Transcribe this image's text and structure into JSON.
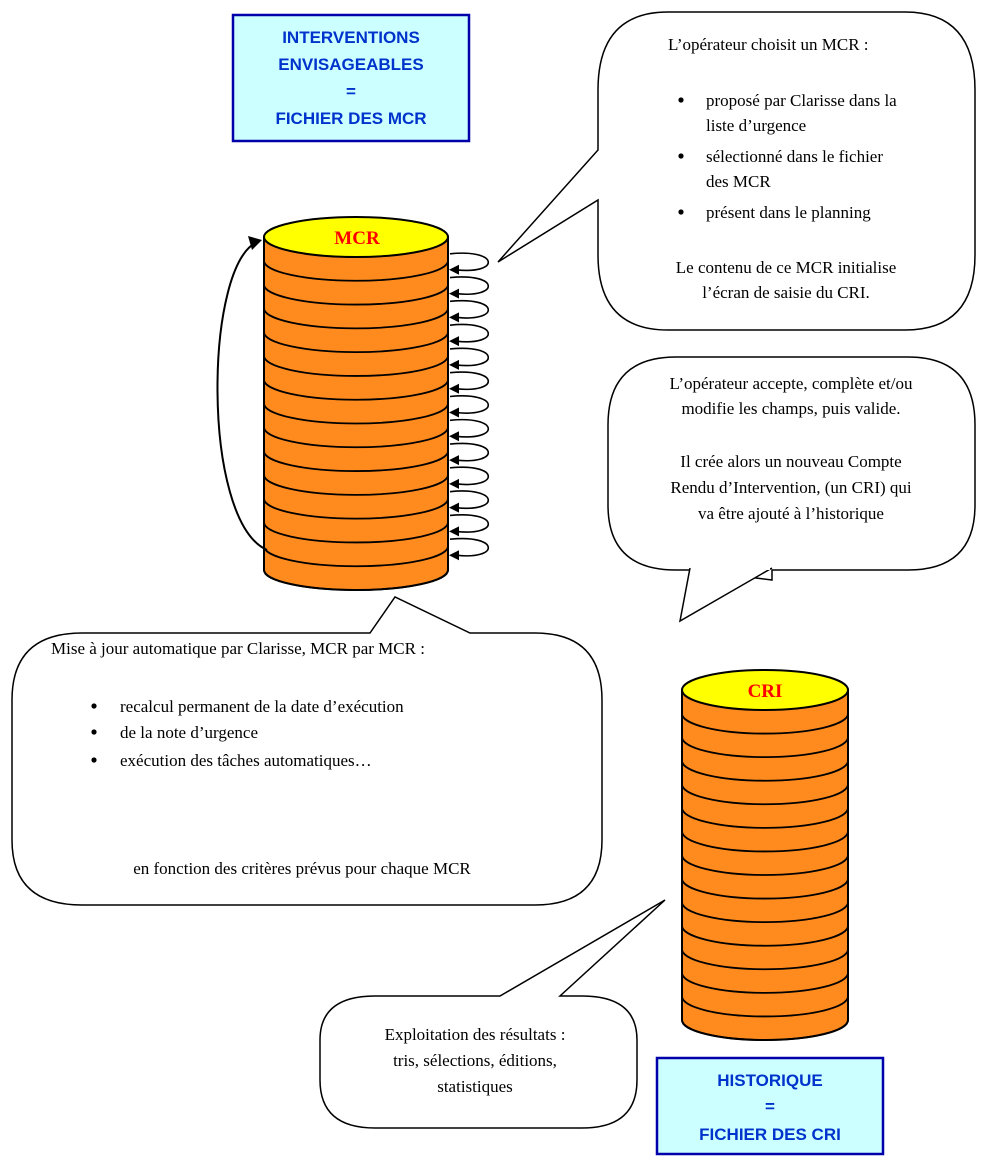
{
  "colors": {
    "cylinder_body": "#ff8b1e",
    "cylinder_top": "#ffff00",
    "title_box_fill": "#ccffff",
    "title_box_border": "#0000aa",
    "title_text": "#0033cc",
    "cylinder_label": "#ff0000"
  },
  "boxes": {
    "mcr": {
      "line1": "INTERVENTIONS",
      "line2": "ENVISAGEABLES",
      "line3": "=",
      "line4": "FICHIER DES MCR"
    },
    "cri": {
      "line1": "HISTORIQUE",
      "line2": "=",
      "line3": "FICHIER DES CRI"
    }
  },
  "cylinders": {
    "mcr": {
      "label": "MCR",
      "bands": 14
    },
    "cri": {
      "label": "CRI",
      "bands": 14
    }
  },
  "callouts": {
    "choice": {
      "intro": "L’opérateur choisit un MCR :",
      "bullets": [
        {
          "line1": "proposé par Clarisse dans la",
          "line2": "liste d’urgence"
        },
        {
          "line1": "sélectionné dans le fichier",
          "line2": "des MCR"
        },
        {
          "line1": "présent dans le planning",
          "line2": ""
        }
      ],
      "outro1": "Le contenu de ce MCR initialise",
      "outro2": "l’écran de saisie du CRI."
    },
    "validation": {
      "line1": "L’opérateur accepte, complète et/ou",
      "line2": "modifie les champs, puis valide.",
      "line3": "Il crée alors un nouveau Compte",
      "line4": "Rendu d’Intervention, (un CRI) qui",
      "line5": "va être ajouté à l’historique"
    },
    "update": {
      "intro": "Mise à jour automatique par Clarisse, MCR par MCR :",
      "bullets": [
        "recalcul permanent de la date d’exécution",
        "de la note d’urgence",
        "exécution des tâches automatiques…"
      ],
      "outro": "en fonction des critères prévus pour chaque MCR"
    },
    "exploitation": {
      "line1": "Exploitation des résultats :",
      "line2": "tris, sélections, éditions,",
      "line3": "statistiques"
    }
  }
}
